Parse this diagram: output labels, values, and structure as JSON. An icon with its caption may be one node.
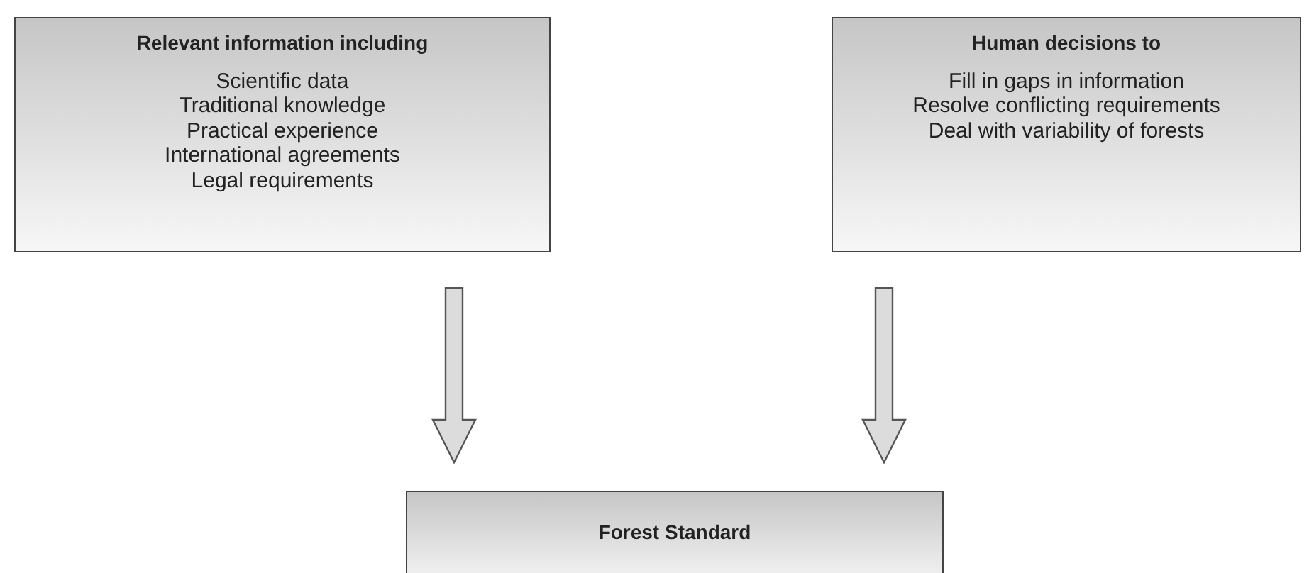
{
  "diagram": {
    "nodes": [
      {
        "text": [
          "Relevant information including",
          "Scientific data",
          "Traditional knowledge",
          "Practical experience",
          "International agreements",
          "Legal requirements"
        ]
      },
      {
        "text": [
          "Human decisions to",
          "Fill in gaps in information",
          "Resolve conflicting requirements",
          "Deal with variability of forests"
        ]
      },
      {
        "text": [
          "Forest Standard"
        ]
      }
    ],
    "edges": [
      {
        "from": 0,
        "to": 2,
        "arrow": "to"
      },
      {
        "from": 1,
        "to": 2,
        "arrow": "to"
      }
    ]
  }
}
